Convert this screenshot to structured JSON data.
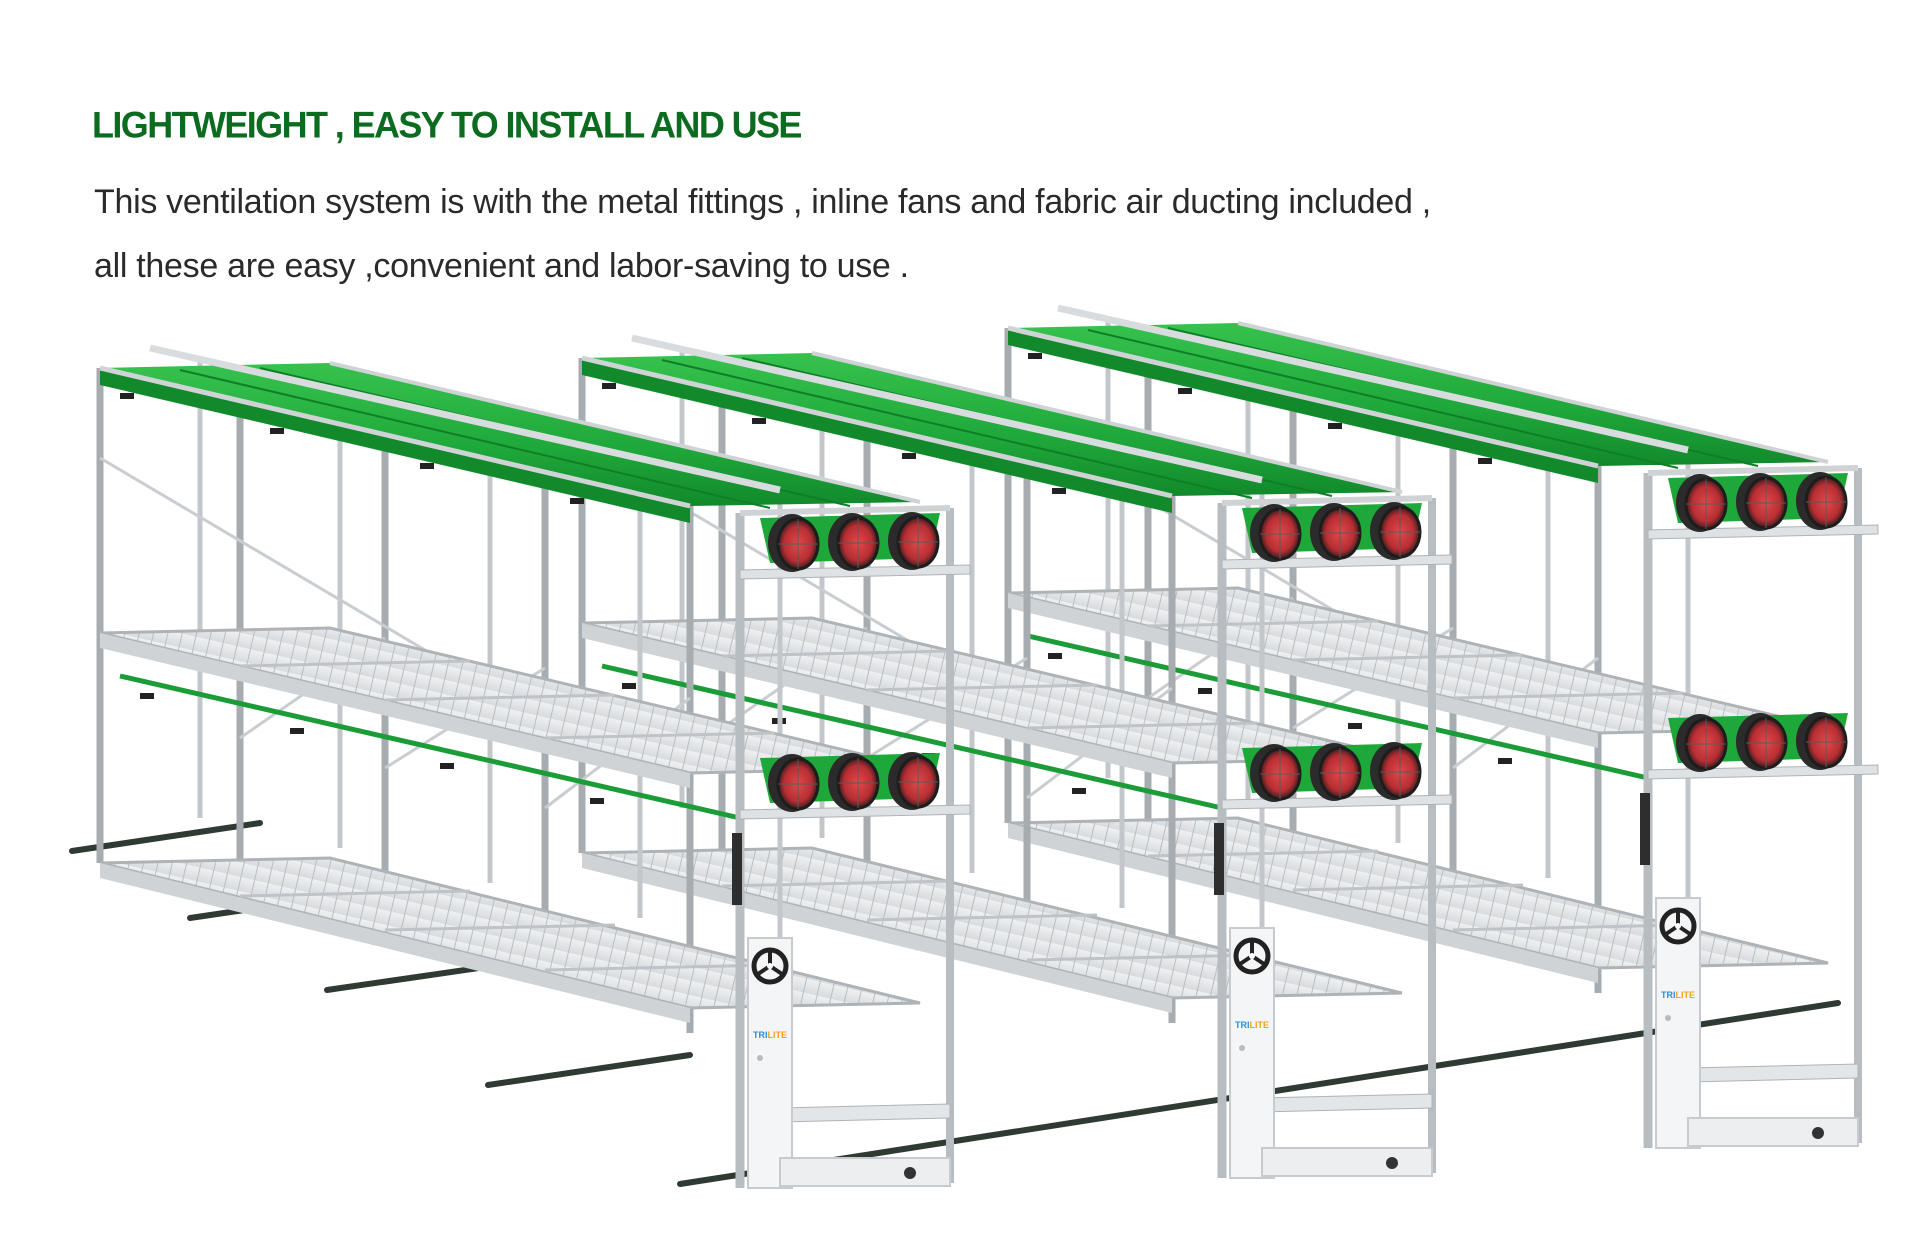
{
  "headline": "LIGHTWEIGHT , EASY TO INSTALL AND USE",
  "body": {
    "lines": [
      "This ventilation system is with the metal fittings , inline fans and fabric air ducting included ,",
      "all these are easy ,convenient and labor-saving to use ."
    ]
  },
  "illustration": {
    "description": "Three mobile multi-tier grow racks with green fabric air ducting and inline fans on floor tracks",
    "rack_count": 3,
    "tiers_per_rack": 3,
    "fans_per_duct_end": 3,
    "end_panel_logo": "TRILITE",
    "colors": {
      "headline": "#0b6b1f",
      "body_text": "#2a2a2a",
      "duct_green": "#1faa3a",
      "duct_green_dark": "#118a2a",
      "frame_silver": "#d4d7da",
      "frame_edge": "#9ea3a8",
      "tray": "#e6e8ea",
      "fan_body": "#2b2b2b",
      "fan_blade": "#c4373a",
      "track": "#3a3f3c",
      "logo_blue": "#2a8fd6",
      "logo_orange": "#f0a21c"
    }
  }
}
